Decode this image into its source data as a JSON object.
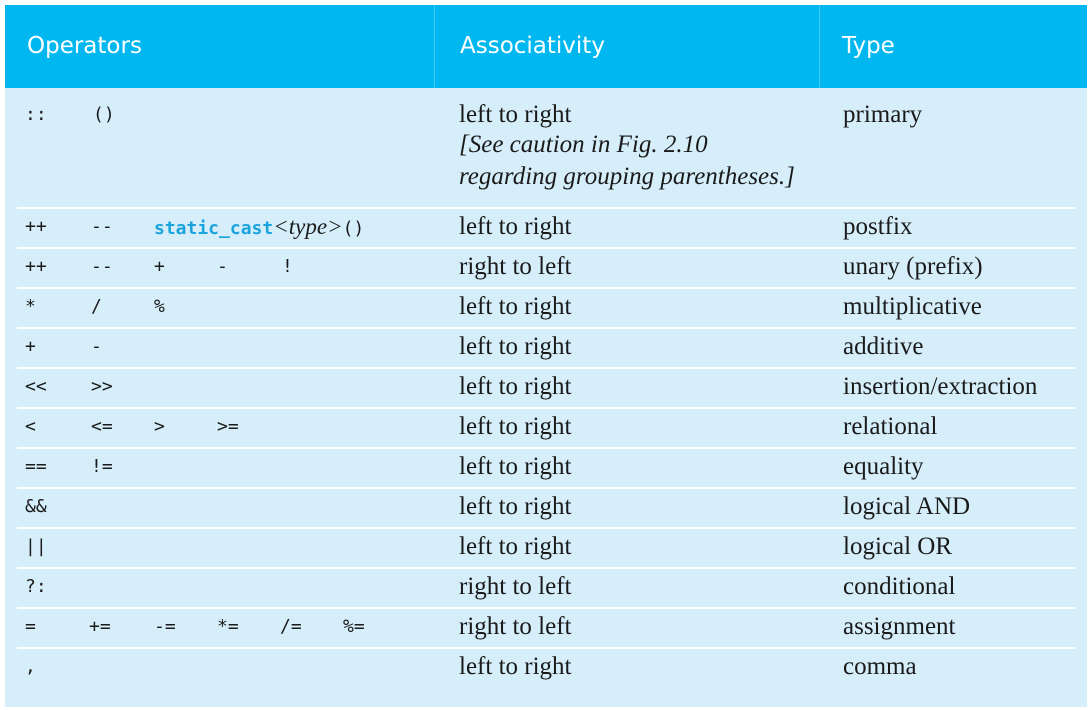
{
  "headers": {
    "operators": "Operators",
    "associativity": "Associativity",
    "type": "Type"
  },
  "rows": [
    {
      "operators": [
        "::",
        "()"
      ],
      "associativity": "left to right",
      "note1": "[See caution in Fig. 2.10",
      "note2": "regarding grouping parentheses.]",
      "type": "primary"
    },
    {
      "operators": [
        "++",
        "--"
      ],
      "cast": {
        "keyword": "static_cast",
        "lt": "<",
        "type": "type",
        "gt": ">",
        "parens": "()"
      },
      "associativity": "left to right",
      "type": "postfix"
    },
    {
      "operators": [
        "++",
        "--",
        "+",
        "-",
        "!"
      ],
      "associativity": "right to left",
      "type": "unary (prefix)"
    },
    {
      "operators": [
        "*",
        "/",
        "%"
      ],
      "associativity": "left to right",
      "type": "multiplicative"
    },
    {
      "operators": [
        "+",
        "-"
      ],
      "associativity": "left to right",
      "type": "additive"
    },
    {
      "operators": [
        "<<",
        ">>"
      ],
      "associativity": "left to right",
      "type": "insertion/extraction"
    },
    {
      "operators": [
        "<",
        "<=",
        ">",
        ">="
      ],
      "associativity": "left to right",
      "type": "relational"
    },
    {
      "operators": [
        "==",
        "!="
      ],
      "associativity": "left to right",
      "type": "equality"
    },
    {
      "operators": [
        "&&"
      ],
      "associativity": "left to right",
      "type": "logical AND"
    },
    {
      "operators": [
        "||"
      ],
      "associativity": "left to right",
      "type": "logical OR"
    },
    {
      "operators": [
        "?:"
      ],
      "associativity": "right to left",
      "type": "conditional"
    },
    {
      "operators": [
        "=",
        "+=",
        "-=",
        "*=",
        "/=",
        "%="
      ],
      "associativity": "right to left",
      "type": "assignment"
    },
    {
      "operators": [
        ","
      ],
      "associativity": "left to right",
      "type": "comma"
    }
  ],
  "colors": {
    "header_bg": "#00b7f0",
    "body_bg": "#d5eefa",
    "cast_keyword": "#1aa3dc"
  }
}
